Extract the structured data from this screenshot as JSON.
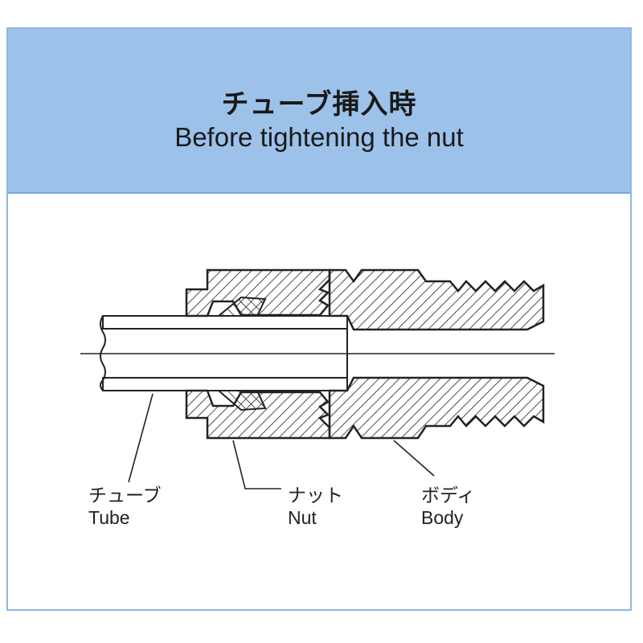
{
  "header": {
    "title_ja": "チューブ挿入時",
    "title_en": "Before tightening the nut"
  },
  "labels": {
    "tube": {
      "ja": "チューブ",
      "en": "Tube"
    },
    "nut": {
      "ja": "ナット",
      "en": "Nut"
    },
    "body": {
      "ja": "ボディ",
      "en": "Body"
    }
  },
  "colors": {
    "header_bg": "#9cc2ea",
    "border": "#8fb8e4",
    "line": "#222222"
  }
}
